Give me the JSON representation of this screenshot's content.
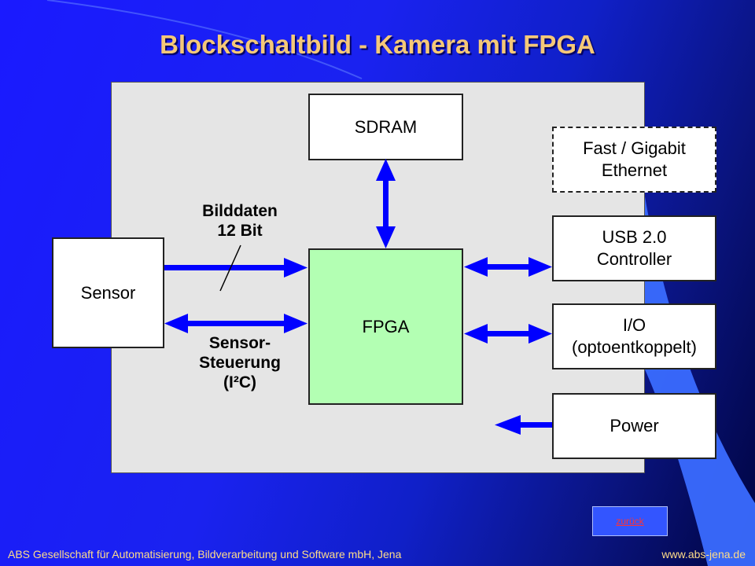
{
  "title": "Blockschaltbild - Kamera mit FPGA",
  "blocks": {
    "sdram": "SDRAM",
    "ethernet_line1": "Fast / Gigabit",
    "ethernet_line2": "Ethernet",
    "usb_line1": "USB 2.0",
    "usb_line2": "Controller",
    "sensor": "Sensor",
    "fpga": "FPGA",
    "io_line1": "I/O",
    "io_line2": "(optoentkoppelt)",
    "power": "Power"
  },
  "labels": {
    "bilddaten_line1": "Bilddaten",
    "bilddaten_line2": "12 Bit",
    "steuerung_line1": "Sensor-",
    "steuerung_line2": "Steuerung",
    "steuerung_line3": "(I²C)"
  },
  "nav": {
    "back_label": "zurück"
  },
  "footer": {
    "company": "ABS Gesellschaft für Automatisierung, Bildverarbeitung und Software mbH, Jena",
    "website": "www.abs-jena.de"
  },
  "colors": {
    "arrow": "#0000ff",
    "fpga_fill": "#b3ffb3",
    "title": "#f5c878",
    "panel": "#e5e5e5"
  }
}
